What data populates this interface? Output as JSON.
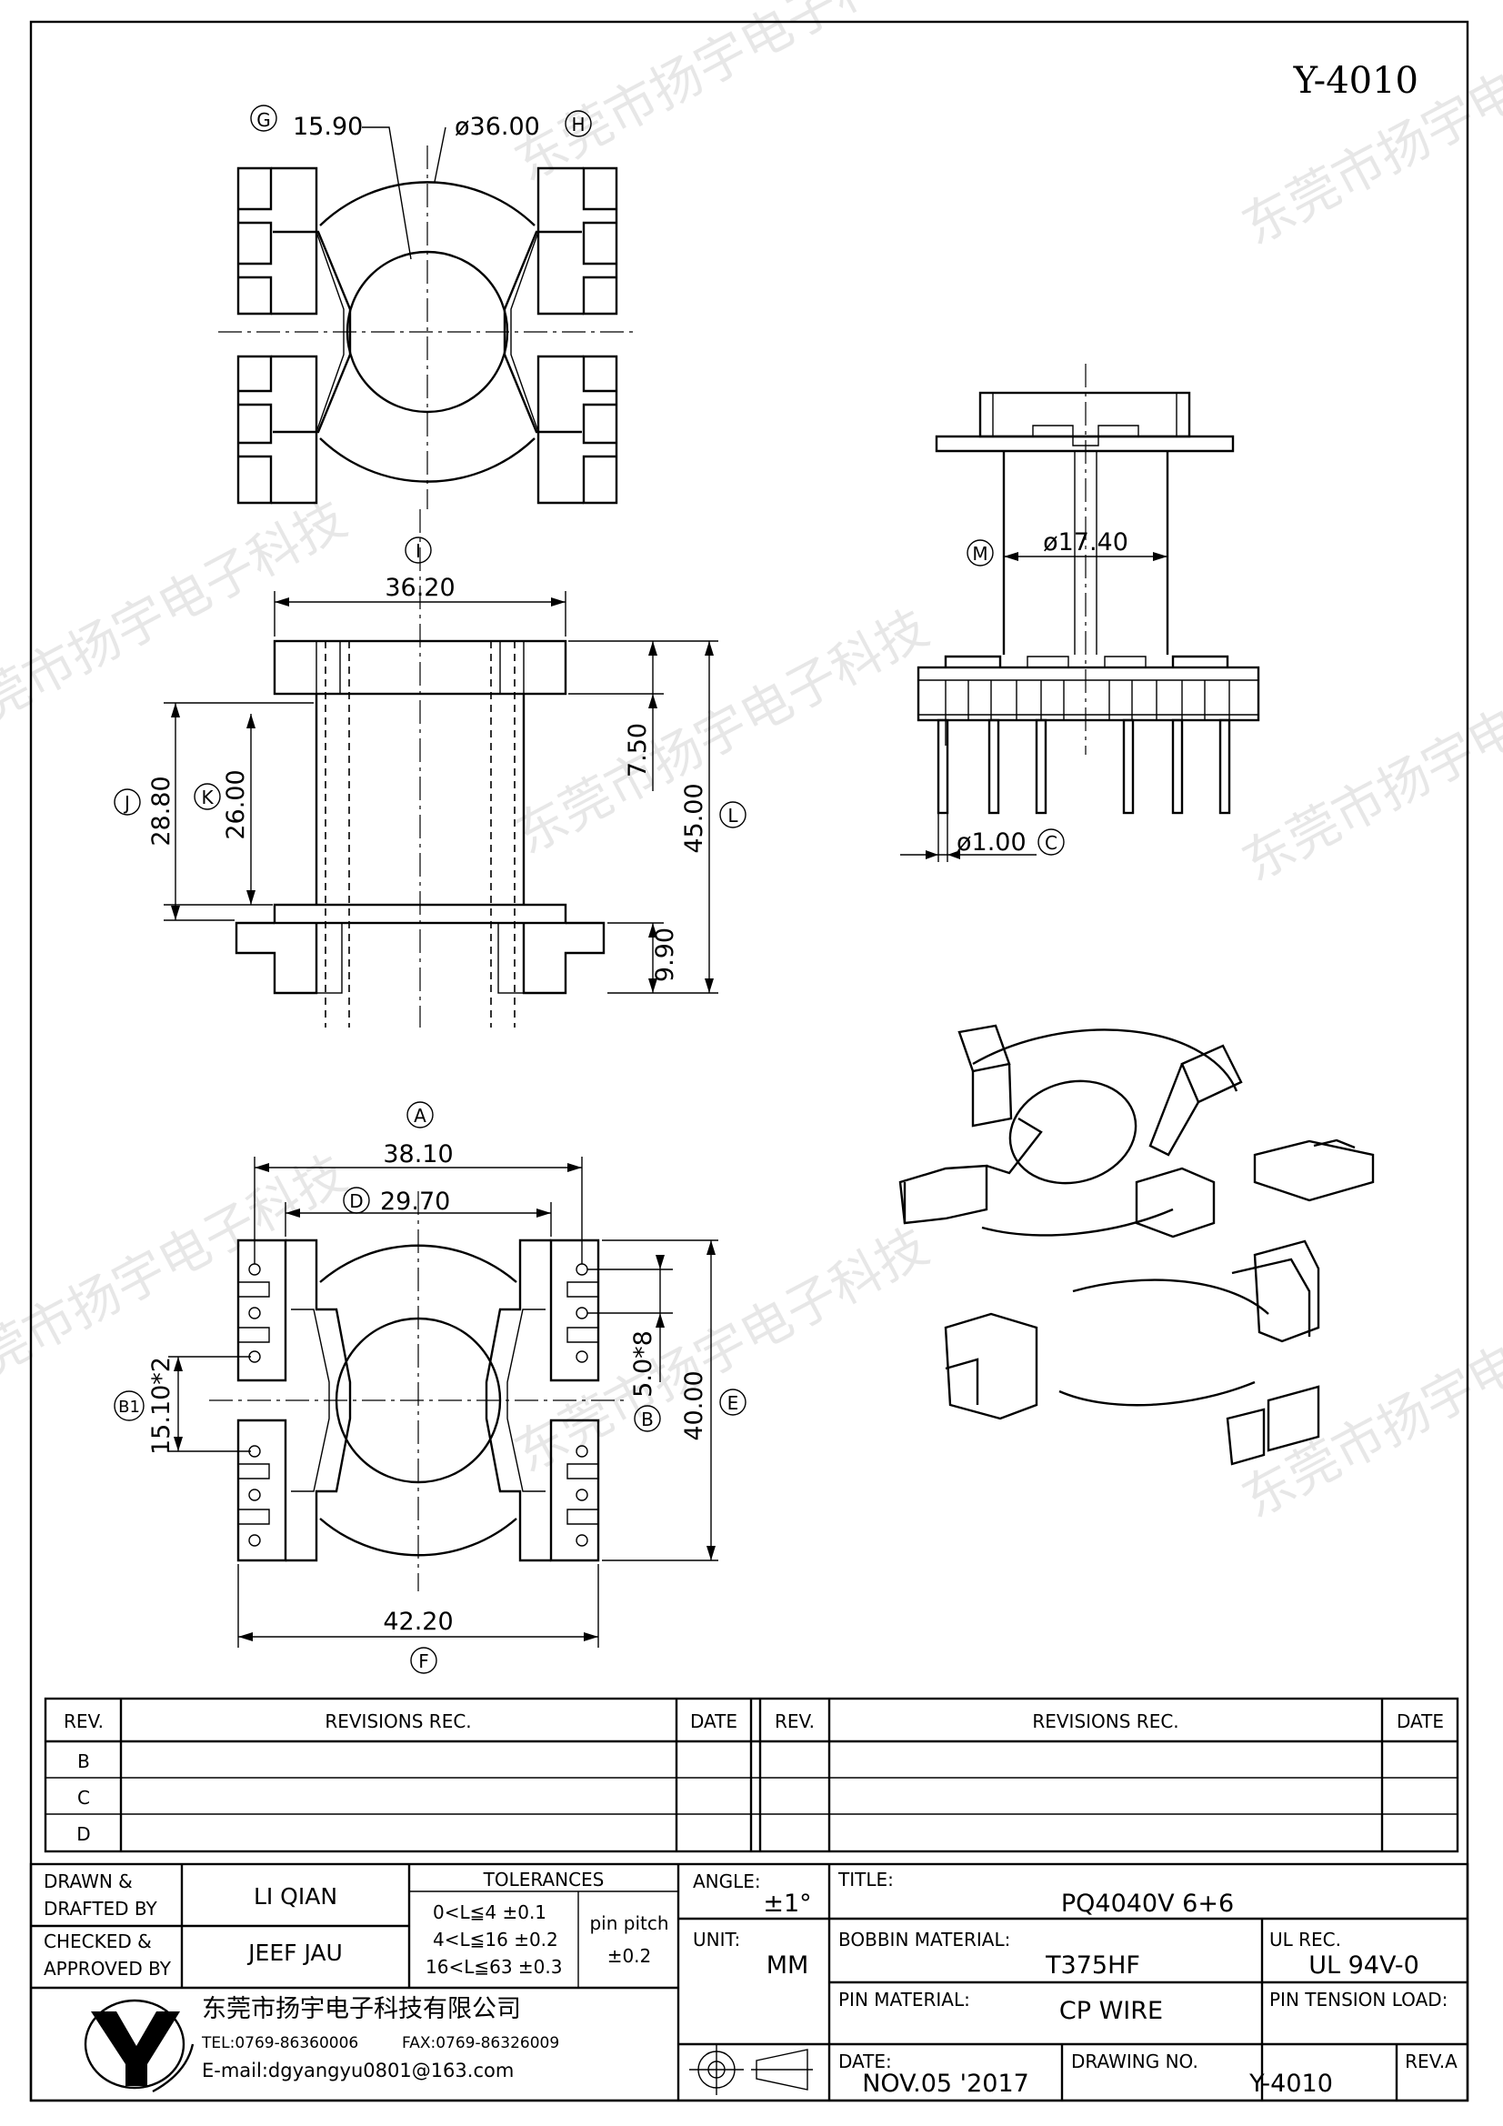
{
  "drawing_code": "Y-4010",
  "watermark": "东莞市扬宇电子科技",
  "views": {
    "top": {
      "callout_g": "G",
      "dim_g": "15.90",
      "callout_h": "H",
      "dim_h": "ø36.00"
    },
    "side": {
      "callout_i": "I",
      "dim_i": "36.20",
      "callout_j": "J",
      "dim_j": "28.80",
      "callout_k": "K",
      "dim_k": "26.00",
      "dim_top_flange": "7.50",
      "callout_l": "L",
      "dim_l": "45.00",
      "dim_bottom_flange": "9.90"
    },
    "front": {
      "callout_m": "M",
      "dim_m": "ø17.40",
      "callout_c": "C",
      "dim_c": "ø1.00"
    },
    "bottom": {
      "callout_a": "A",
      "dim_a": "38.10",
      "callout_d": "D",
      "dim_d": "29.70",
      "callout_b1": "B1",
      "dim_b1": "15.10*2",
      "callout_b": "B",
      "dim_b": "5.0*8",
      "callout_e": "E",
      "dim_e": "40.00",
      "callout_f": "F",
      "dim_f": "42.20"
    }
  },
  "revisions": {
    "rev_header": "REV.",
    "rec_header": "REVISIONS    REC.",
    "date_header": "DATE",
    "rows": [
      "B",
      "C",
      "D"
    ]
  },
  "title_block": {
    "drawn_label_1": "DRAWN  &",
    "drawn_label_2": "DRAFTED  BY",
    "drawn_value": "LI QIAN",
    "checked_label_1": "CHECKED  &",
    "checked_label_2": "APPROVED  BY",
    "checked_value": "JEEF JAU",
    "tolerances_label": "TOLERANCES",
    "tol_1": "0<L≦4    ±0.1",
    "tol_2": "4<L≦16  ±0.2",
    "tol_3": "16<L≦63  ±0.3",
    "pin_pitch_label": "pin  pitch",
    "pin_pitch_value": "±0.2",
    "angle_label": "ANGLE:",
    "angle_value": "±1°",
    "unit_label": "UNIT:",
    "unit_value": "MM",
    "title_label": "TITLE:",
    "title_value": "PQ4040V  6+6",
    "bobbin_label": "BOBBIN  MATERIAL:",
    "bobbin_value": "T375HF",
    "ul_label": "UL  REC.",
    "ul_value": "UL  94V-0",
    "pin_material_label": "PIN  MATERIAL:",
    "pin_material_value": "CP  WIRE",
    "pin_tension_label": "PIN  TENSION  LOAD:",
    "date_label": "DATE:",
    "date_value": "NOV.05  '2017",
    "drawing_no_label": "DRAWING  NO.",
    "drawing_no_value": "Y-4010",
    "rev_label": "REV.A",
    "company_name": "东莞市扬宇电子科技有限公司",
    "tel": "TEL:0769-86360006",
    "fax": "FAX:0769-86326009",
    "email": "E-mail:dgyangyu0801@163.com"
  }
}
